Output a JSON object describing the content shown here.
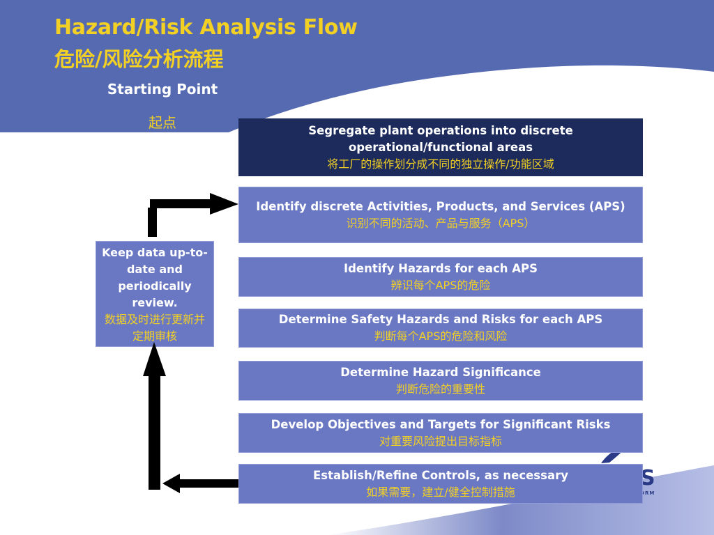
{
  "colors": {
    "accent_yellow": "#f2d024",
    "header_blue": "#566ab2",
    "box_blue": "#6a78c4",
    "box_dark": "#1c2a5c"
  },
  "title": {
    "en": "Hazard/Risk Analysis Flow",
    "zh": "危险/风险分析流程"
  },
  "starting_point": {
    "en": "Starting Point",
    "zh": "起点"
  },
  "steps": [
    {
      "en": "Segregate plant operations into discrete operational/functional areas",
      "zh": "将工厂的操作划分成不同的独立操作/功能区域"
    },
    {
      "en": "Identify discrete Activities, Products, and Services (APS)",
      "zh": "识别不同的活动、产品与服务（APS）"
    },
    {
      "en": "Identify Hazards for each APS",
      "zh": "辨识每个APS的危险"
    },
    {
      "en": "Determine Safety Hazards and Risks for each APS",
      "zh": "判断每个APS的危险和风险"
    },
    {
      "en": "Determine Hazard Significance",
      "zh": "判断危险的重要性"
    },
    {
      "en": "Develop Objectives and Targets for Significant Risks",
      "zh": "对重要风险提出目标指标"
    },
    {
      "en": "Establish/Refine Controls, as necessary",
      "zh": "如果需要，建立/健全控制措施"
    }
  ],
  "review_box": {
    "en": "Keep data up-to-date and periodically review.",
    "zh": "数据及时进行更新并定期审核"
  },
  "logo": {
    "text": "S",
    "subtext": "ORM"
  }
}
